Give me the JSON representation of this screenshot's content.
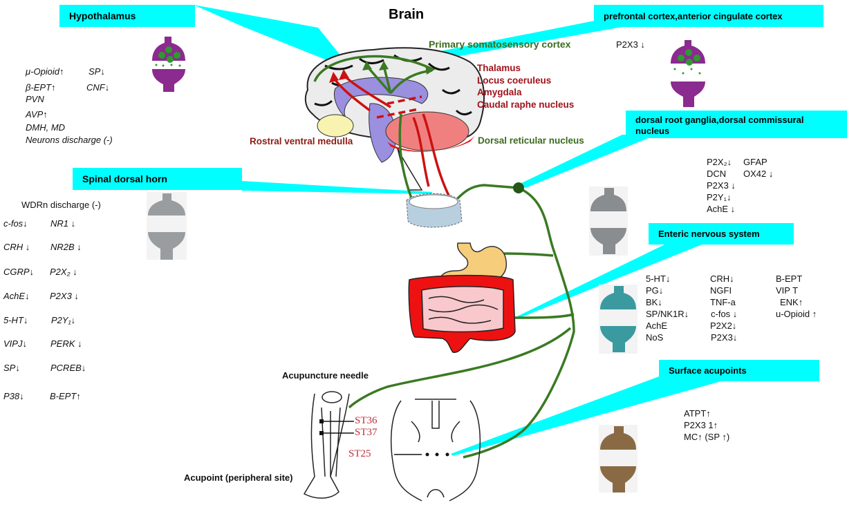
{
  "title": "Brain",
  "colors": {
    "banner": "#00ffff",
    "green_pathway": "#3a7a22",
    "red_pathway": "#cc1111",
    "brain_red_label": "#a0121a",
    "brain_green_label": "#3b6b1f",
    "hypothalamus_synapse": "#8b2a8f",
    "spinal_synapse": "#9a9da0",
    "enteric_synapse": "#3a9aa0",
    "surface_synapse": "#8a6a45",
    "acupoint_label": "#c0303a"
  },
  "banners": {
    "hypothalamus": "Hypothalamus",
    "prefrontal": "prefrontal cortex,anterior cingulate cortex",
    "drg_line1": "dorsal root ganglia,dorsal commissural",
    "drg_line2": "nucleus",
    "spinal": "Spinal dorsal horn",
    "enteric": "Enteric nervous system",
    "surface": "Surface acupoints"
  },
  "brain_labels": {
    "primary_somatosensory": "Primary somatosensory cortex",
    "red_list": [
      "Thalamus",
      "Locus coeruleus",
      "Amygdala",
      "Caudal raphe nucleus"
    ],
    "rostral_ventral_medulla": "Rostral ventral medulla",
    "dorsal_reticular": "Dorsal reticular nucleus"
  },
  "hypothalamus": {
    "items": [
      "μ-Opioid↑",
      "SP↓",
      "β-EPT↑",
      "CNF↓",
      "PVN",
      "AVP↑",
      "DMH, MD",
      "Neurons discharge (-)"
    ]
  },
  "prefrontal": {
    "items": [
      "P2X3 ↓"
    ]
  },
  "drg": {
    "items": [
      "P2X₂↓",
      "GFAP",
      "DCN",
      "OX42 ↓",
      "P2X3 ↓",
      "P2Y₁↓",
      "AchE ↓"
    ]
  },
  "spinal": {
    "header": "WDRn discharge (-)",
    "left": [
      "c-fos↓",
      "CRH ↓",
      "CGRP↓",
      "AchE↓",
      "5-HT↓",
      "VIPJ↓",
      "SP↓",
      "P38↓"
    ],
    "right": [
      "NR1 ↓",
      "NR2B ↓",
      "P2X₂ ↓",
      "P2X3 ↓",
      "P2Y₁↓",
      "PERK ↓",
      "PCREB↓",
      "B-EPT↑"
    ]
  },
  "enteric": {
    "col1": [
      "5-HT↓",
      "PG↓",
      "BK↓",
      "SP/NK1R↓",
      "AchE",
      "NoS"
    ],
    "col2": [
      "CRH↓",
      "NGFI",
      "TNF-a",
      "c-fos ↓",
      "P2X2↓",
      "P2X3↓"
    ],
    "col3": [
      "B-EPT",
      "VIP T",
      "ENK↑",
      "u-Opioid ↑"
    ]
  },
  "surface": {
    "items": [
      "ATPT↑",
      "P2X3 1↑",
      "MC↑ (SP ↑)"
    ]
  },
  "acupoints": {
    "needle_label": "Acupuncture needle",
    "peripheral_label": "Acupoint (peripheral site)",
    "st36": "ST36",
    "st37": "ST37",
    "st25": "ST25"
  }
}
